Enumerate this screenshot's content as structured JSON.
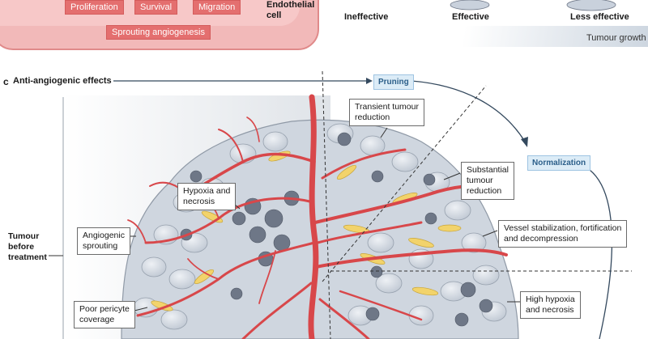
{
  "top": {
    "proliferation": "Proliferation",
    "survival": "Survival",
    "migration": "Migration",
    "sprouting": "Sprouting angiogenesis",
    "endothelial_cell": "Endothelial\ncell",
    "ineffective": "Ineffective",
    "effective": "Effective",
    "less_effective": "Less effective",
    "tumour_growth": "Tumour growth"
  },
  "panel_c": {
    "letter": "c",
    "title": "Anti-angiogenic effects",
    "pruning": "Pruning",
    "normalization": "Normalization",
    "tumour_before": "Tumour\nbefore\ntreatment",
    "transient": "Transient tumour\nreduction",
    "hypoxia": "Hypoxia and\nnecrosis",
    "substantial": "Substantial\ntumour\nreduction",
    "angiogenic": "Angiogenic\nsprouting",
    "vessel": "Vessel stabilization, fortification\nand decompression",
    "pericyte": "Poor pericyte\ncoverage",
    "high_hypoxia": "High hypoxia\nand necrosis"
  },
  "colors": {
    "vessel": "#d8474a",
    "pericyte": "#f2d36b",
    "tumour_cell": "#c9d1dc",
    "necrotic": "#6e7787",
    "accent_blue": "#2c5f8a"
  }
}
